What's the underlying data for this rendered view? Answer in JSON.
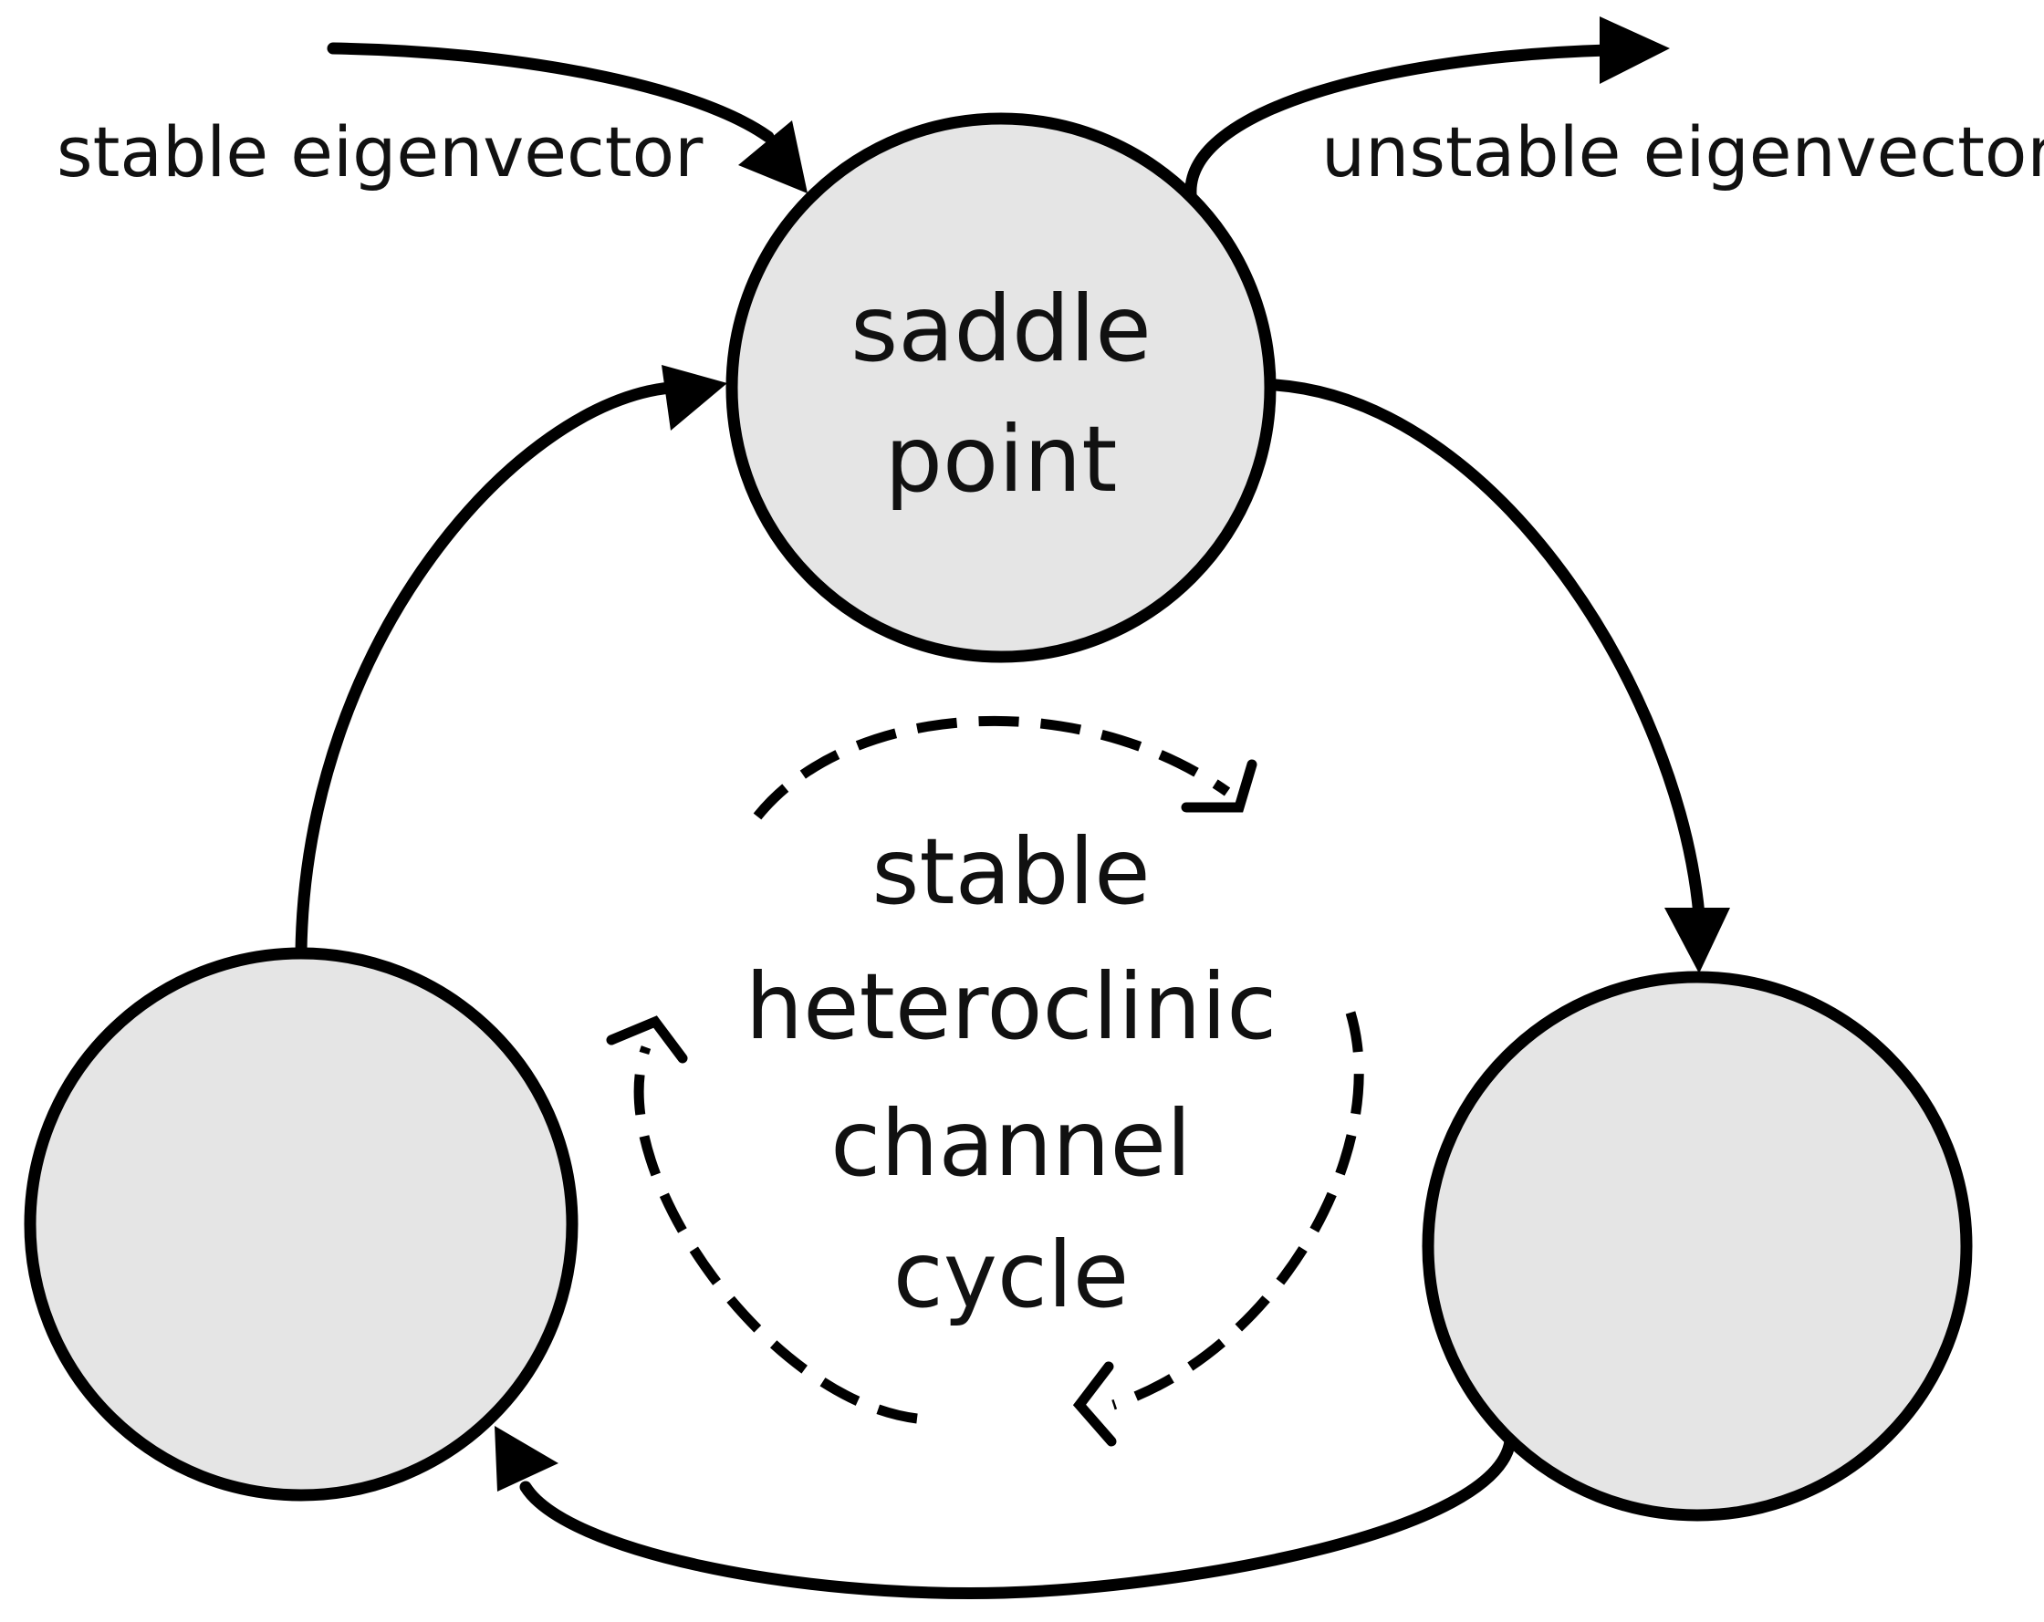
{
  "labels": {
    "stable_eigenvector": "stable eigenvector",
    "unstable_eigenvector": "unstable eigenvector",
    "saddle_point": [
      "saddle",
      "point"
    ],
    "cycle": [
      "stable",
      "heteroclinic",
      "channel",
      "cycle"
    ]
  },
  "nodes": [
    {
      "id": "saddle-top",
      "label": "saddle point"
    },
    {
      "id": "saddle-bottom-right",
      "label": ""
    },
    {
      "id": "saddle-bottom-left",
      "label": ""
    }
  ],
  "colors": {
    "node_fill": "#e5e5e5",
    "stroke": "#000000",
    "text": "#111111",
    "background": "#ffffff"
  }
}
